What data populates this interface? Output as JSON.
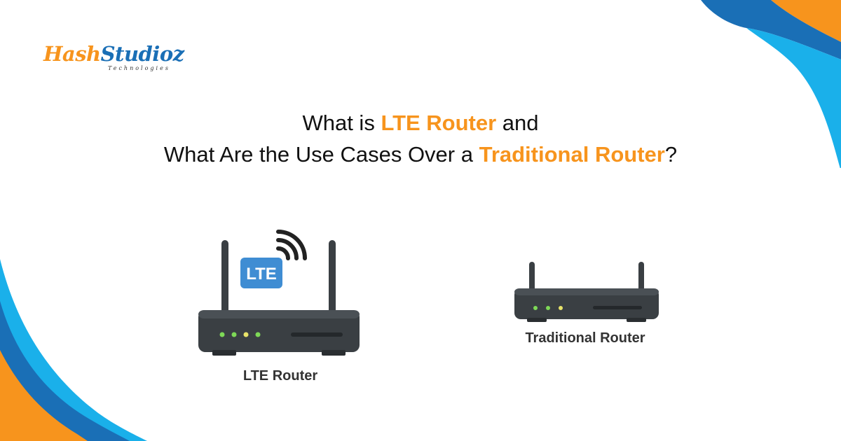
{
  "brand": {
    "name_part1": "Hash",
    "name_part2": "Studioz",
    "tagline": "Technologies",
    "colors": {
      "orange": "#f7941d",
      "blue": "#1a6fb6",
      "light_blue": "#1ab0ea"
    }
  },
  "headline": {
    "line1_prefix": "What is ",
    "line1_highlight": "LTE Router",
    "line1_suffix": " and",
    "line2_prefix": "What Are the Use Cases Over a ",
    "line2_highlight": "Traditional Router",
    "line2_suffix": "?"
  },
  "lte_router": {
    "badge": "LTE",
    "caption": "LTE Router",
    "led_count": 4,
    "icons": [
      "wifi-signal-icon",
      "router-icon"
    ]
  },
  "traditional_router": {
    "caption": "Traditional Router",
    "led_count": 3,
    "icons": [
      "router-icon"
    ]
  },
  "colors": {
    "router_body": "#3a3f43",
    "led_green": "#7ed957",
    "led_yellow": "#e8e36a",
    "badge_blue": "#3f8dd3"
  }
}
